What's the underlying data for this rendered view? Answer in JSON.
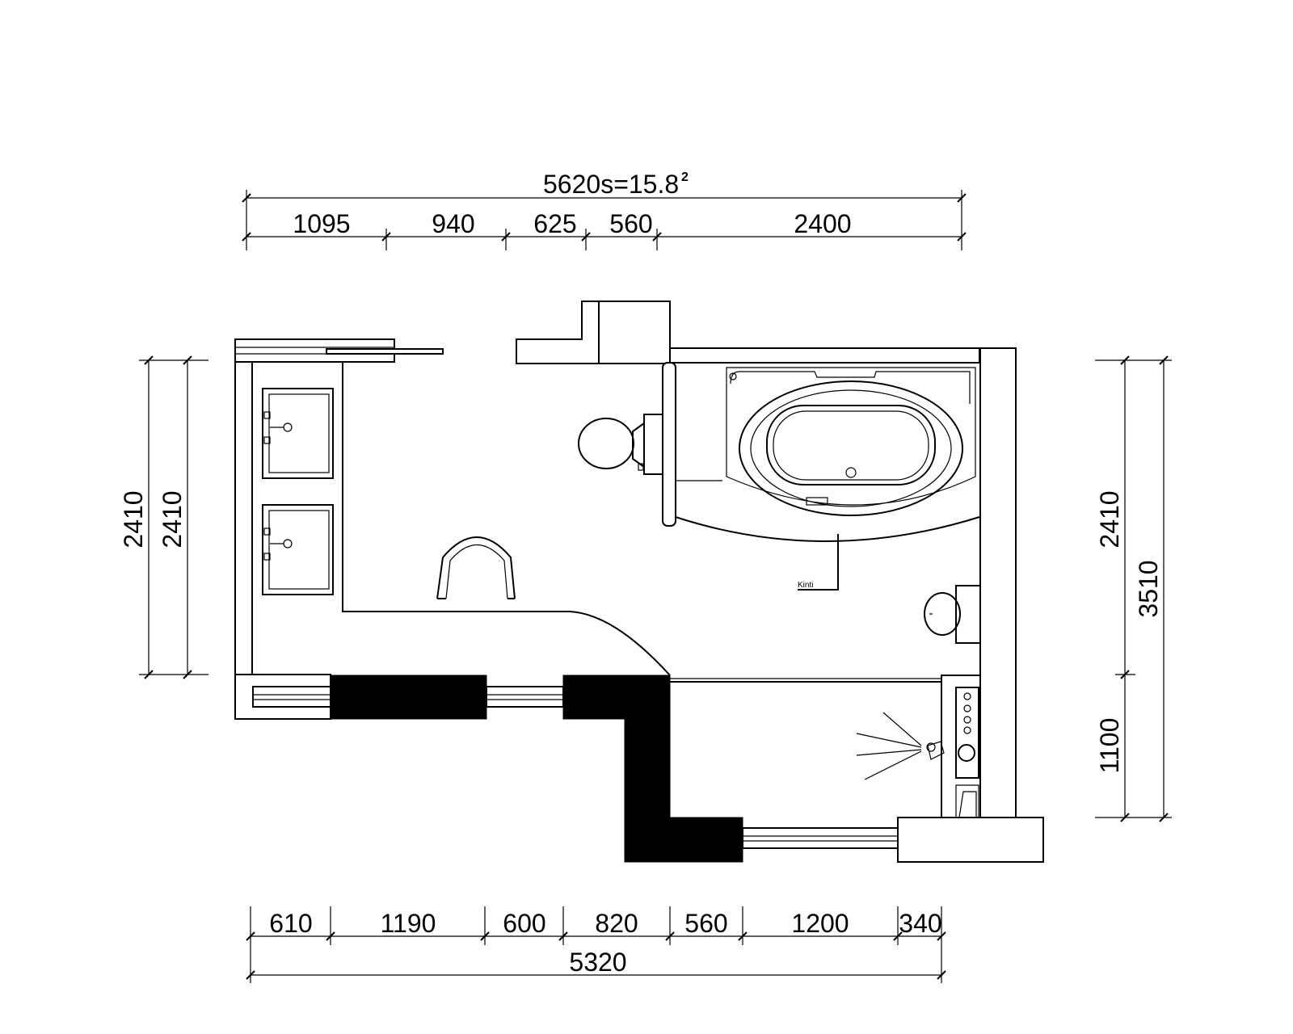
{
  "drawing": {
    "overall_top": "5620s=15.8",
    "overall_top_sup": "2",
    "top_segments": [
      "1095",
      "940",
      "625",
      "560",
      "2400"
    ],
    "bottom_segments": [
      "610",
      "1190",
      "600",
      "820",
      "560",
      "1200",
      "340"
    ],
    "overall_bottom": "5320",
    "left_dims": [
      "2410",
      "2410"
    ],
    "right_dims": [
      "2410",
      "1100",
      "3510"
    ],
    "callout": "Kinti"
  }
}
